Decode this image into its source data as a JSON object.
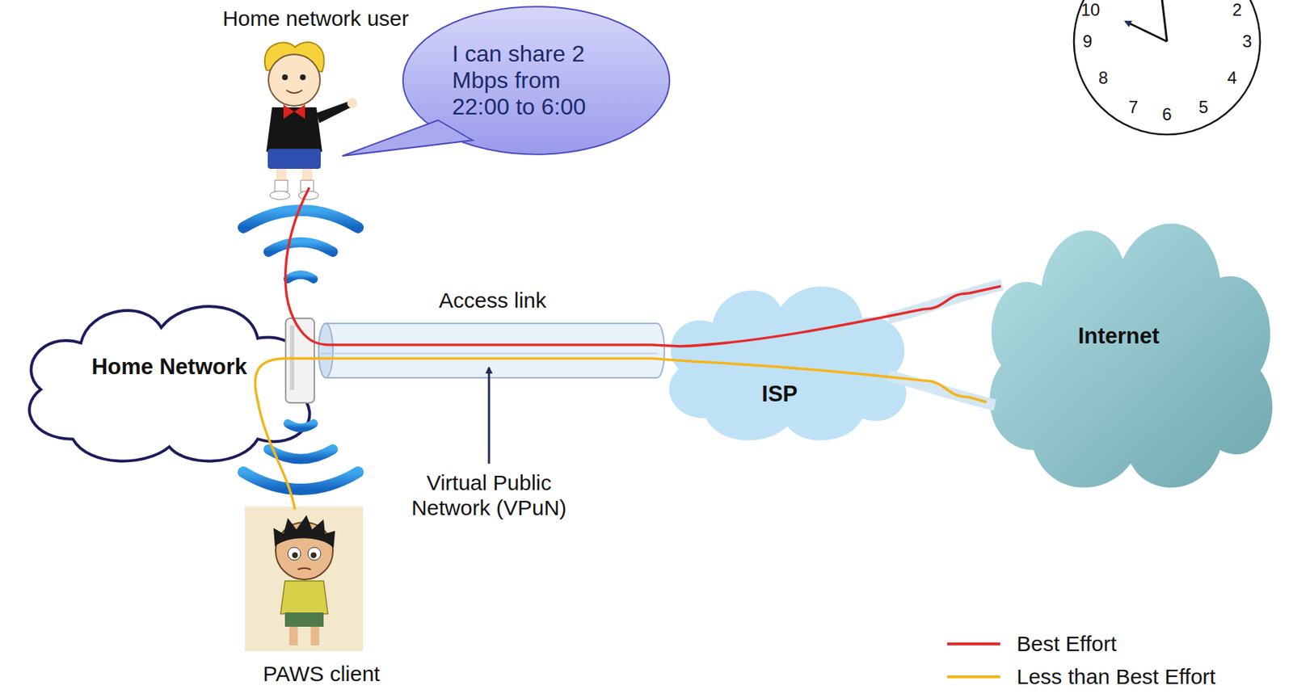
{
  "diagram": {
    "nodes": [
      {
        "text": [
          "I can share 2 Mbps from 22:00 to 6:00"
        ]
      },
      {
        "text": [
          "Home Network"
        ]
      },
      {
        "text": [
          "ISP"
        ]
      },
      {
        "text": [
          "Internet"
        ]
      }
    ],
    "edges": [
      {
        "from": 1,
        "to": 2,
        "arrow": "none"
      },
      {
        "from": 2,
        "to": 3,
        "arrow": "none"
      },
      {
        "from": 1,
        "to": 2,
        "arrow": "none"
      },
      {
        "from": 2,
        "to": 3,
        "arrow": "none"
      }
    ],
    "labels": [
      "Home network user",
      "Access link",
      "Virtual Public Network (VPuN)",
      "PAWS client",
      "10",
      "2",
      "9",
      "3",
      "8",
      "4",
      "7",
      "6",
      "5"
    ],
    "legend": [
      {
        "text": "Best Effort"
      },
      {
        "text": "Less than Best Effort"
      }
    ]
  }
}
